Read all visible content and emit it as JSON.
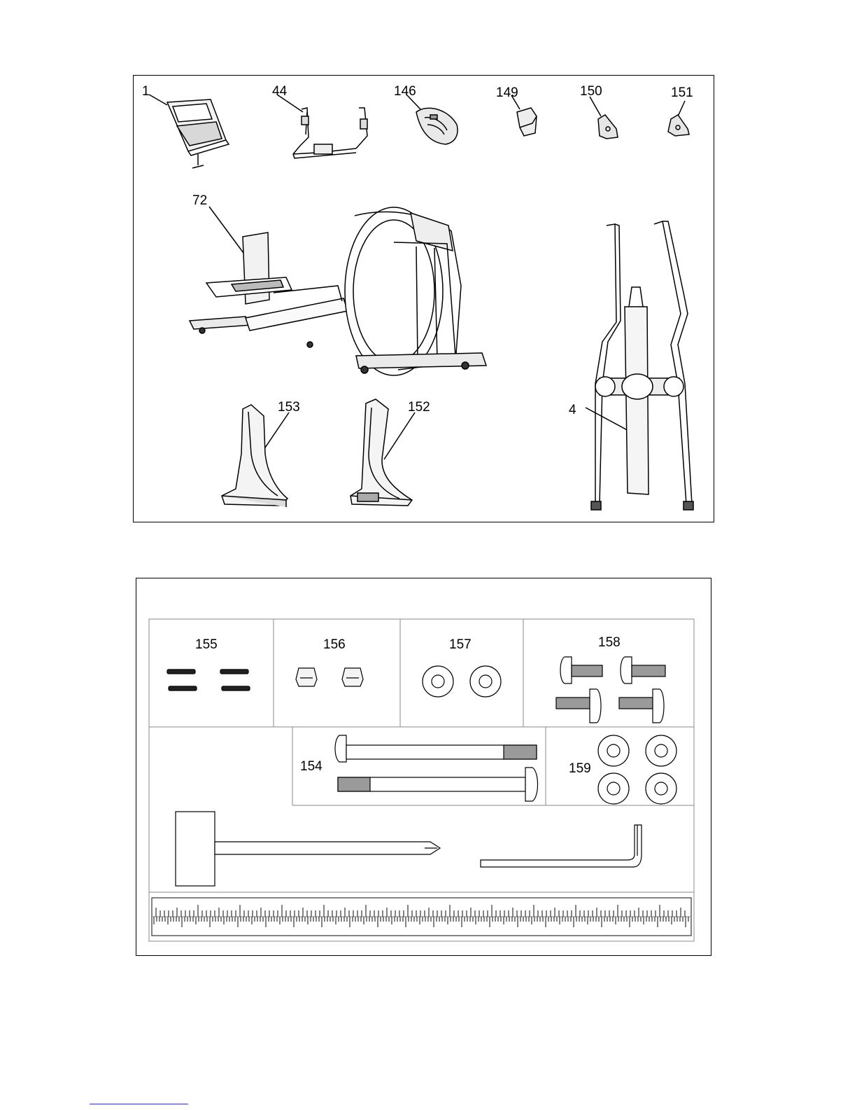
{
  "parts_panel": {
    "labels": {
      "p1": "1",
      "p44": "44",
      "p146": "146",
      "p149": "149",
      "p150": "150",
      "p151": "151",
      "p72": "72",
      "p153": "153",
      "p152": "152",
      "p4": "4"
    }
  },
  "hardware_panel": {
    "labels": {
      "p155": "155",
      "p156": "156",
      "p157": "157",
      "p158": "158",
      "p154": "154",
      "p159": "159"
    }
  }
}
